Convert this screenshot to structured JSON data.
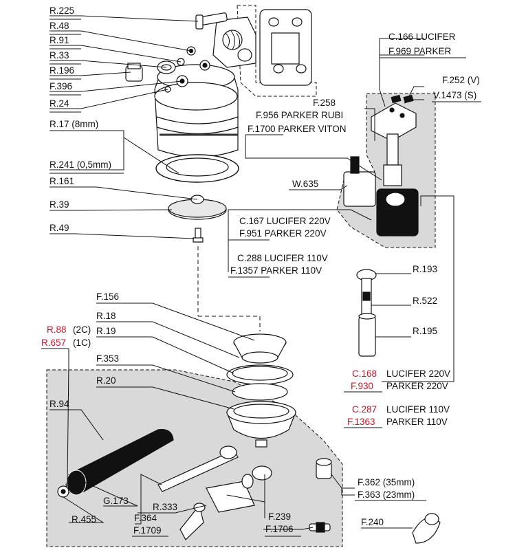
{
  "colors": {
    "background": "#ffffff",
    "shade": "#d9d9d9",
    "ink": "#111111",
    "highlight": "#d0102a"
  },
  "labels": [
    {
      "id": "r225",
      "text": "R.225"
    },
    {
      "id": "r48",
      "text": "R.48"
    },
    {
      "id": "r91",
      "text": "R.91"
    },
    {
      "id": "r33",
      "text": "R.33"
    },
    {
      "id": "r196",
      "text": "R.196"
    },
    {
      "id": "f396",
      "text": "F.396"
    },
    {
      "id": "r24",
      "text": "R.24"
    },
    {
      "id": "r17",
      "text": "R.17  (8mm)"
    },
    {
      "id": "r241",
      "text": "R.241 (0,5mm)"
    },
    {
      "id": "r161",
      "text": "R.161"
    },
    {
      "id": "r39",
      "text": "R.39"
    },
    {
      "id": "r49",
      "text": "R.49"
    },
    {
      "id": "f156",
      "text": "F.156"
    },
    {
      "id": "r18",
      "text": "R.18"
    },
    {
      "id": "r88",
      "text": "R.88",
      "highlight": true
    },
    {
      "id": "r88s",
      "text": "(2C)"
    },
    {
      "id": "r19",
      "text": "R.19"
    },
    {
      "id": "r657",
      "text": "R.657",
      "highlight": true
    },
    {
      "id": "r657s",
      "text": "(1C)"
    },
    {
      "id": "f353",
      "text": "F.353"
    },
    {
      "id": "r20",
      "text": "R.20"
    },
    {
      "id": "r94",
      "text": "R.94"
    },
    {
      "id": "g173",
      "text": "G.173"
    },
    {
      "id": "r455",
      "text": "R.455"
    },
    {
      "id": "r333",
      "text": "R.333"
    },
    {
      "id": "f364",
      "text": "F.364"
    },
    {
      "id": "f1709",
      "text": "F.1709"
    },
    {
      "id": "f239",
      "text": "F.239"
    },
    {
      "id": "f1706",
      "text": "F.1706"
    },
    {
      "id": "f362",
      "text": "F.362 (35mm)"
    },
    {
      "id": "f363",
      "text": "F.363 (23mm)"
    },
    {
      "id": "f240",
      "text": "F.240"
    },
    {
      "id": "c166",
      "text": "C.166 LUCIFER"
    },
    {
      "id": "f969",
      "text": "F.969 PARKER"
    },
    {
      "id": "f252",
      "text": "F.252 (V)"
    },
    {
      "id": "v1473",
      "text": "V.1473 (S)"
    },
    {
      "id": "f258",
      "text": "F.258"
    },
    {
      "id": "f956",
      "text": "F.956  PARKER RUBI"
    },
    {
      "id": "f1700",
      "text": "F.1700  PARKER VITON"
    },
    {
      "id": "w635",
      "text": "W.635"
    },
    {
      "id": "c167",
      "text": "C.167  LUCIFER 220V"
    },
    {
      "id": "f951",
      "text": "F.951  PARKER 220V"
    },
    {
      "id": "c288",
      "text": "C.288  LUCIFER 110V"
    },
    {
      "id": "f1357",
      "text": "F.1357  PARKER 110V"
    },
    {
      "id": "r193",
      "text": "R.193"
    },
    {
      "id": "r522",
      "text": "R.522"
    },
    {
      "id": "r195",
      "text": "R.195"
    },
    {
      "id": "c168",
      "text": "C.168",
      "highlight": true
    },
    {
      "id": "c168s",
      "text": "LUCIFER 220V"
    },
    {
      "id": "f930",
      "text": "F.930",
      "highlight": true
    },
    {
      "id": "f930s",
      "text": "PARKER 220V"
    },
    {
      "id": "c287",
      "text": "C.287",
      "highlight": true
    },
    {
      "id": "c287s",
      "text": "LUCIFER 110V"
    },
    {
      "id": "f1363",
      "text": "F.1363",
      "highlight": true
    },
    {
      "id": "f1363s",
      "text": "PARKER 110V"
    }
  ]
}
